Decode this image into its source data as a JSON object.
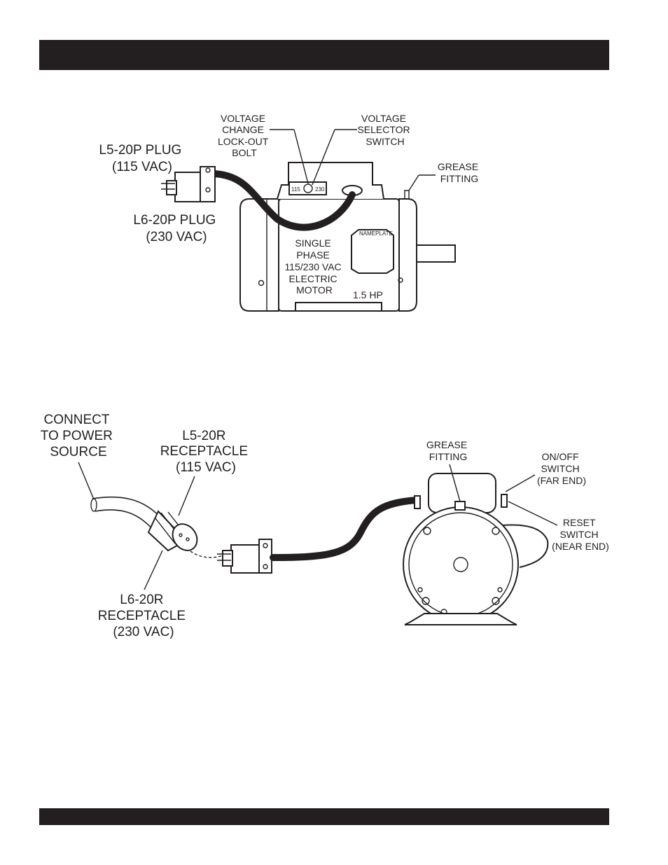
{
  "top_figure": {
    "labels": {
      "voltage_change_bolt": [
        "VOLTAGE",
        "CHANGE",
        "LOCK-OUT",
        "BOLT"
      ],
      "voltage_selector": [
        "VOLTAGE",
        "SELECTOR",
        "SWITCH"
      ],
      "l5_plug": [
        "L5-20P PLUG",
        "(115 VAC)"
      ],
      "l6_plug": [
        "L6-20P PLUG",
        "(230 VAC)"
      ],
      "grease_fitting": [
        "GREASE",
        "FITTING"
      ],
      "motor_text": [
        "SINGLE",
        "PHASE",
        "115/230 VAC",
        "ELECTRIC",
        "MOTOR"
      ],
      "hp": "1.5 HP",
      "nameplate": "NAMEPLATE",
      "switch_115": "115",
      "switch_230": "230"
    }
  },
  "bottom_figure": {
    "labels": {
      "connect_power": [
        "CONNECT",
        "TO POWER",
        "SOURCE"
      ],
      "l5_receptacle": [
        "L5-20R",
        "RECEPTACLE",
        "(115 VAC)"
      ],
      "l6_receptacle": [
        "L6-20R",
        "RECEPTACLE",
        "(230 VAC)"
      ],
      "grease_fitting": [
        "GREASE",
        "FITTING"
      ],
      "on_off_switch": [
        "ON/OFF",
        "SWITCH",
        "(FAR END)"
      ],
      "reset_switch": [
        "RESET",
        "SWITCH",
        "(NEAR END)"
      ]
    }
  }
}
